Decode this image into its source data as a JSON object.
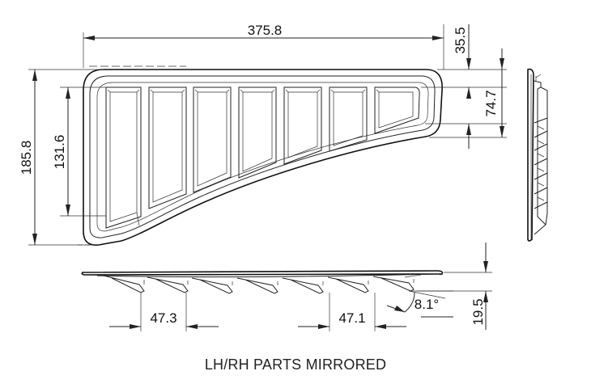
{
  "dimensions": {
    "overall_length": "375.8",
    "tip_offset": "35.5",
    "tip_height": "74.7",
    "overall_height": "185.8",
    "inner_height": "131.6",
    "slat_pitch_left": "47.3",
    "slat_pitch_right": "47.1",
    "slat_angle": "8.1°",
    "depth": "19.5"
  },
  "caption": "LH/RH PARTS MIRRORED"
}
